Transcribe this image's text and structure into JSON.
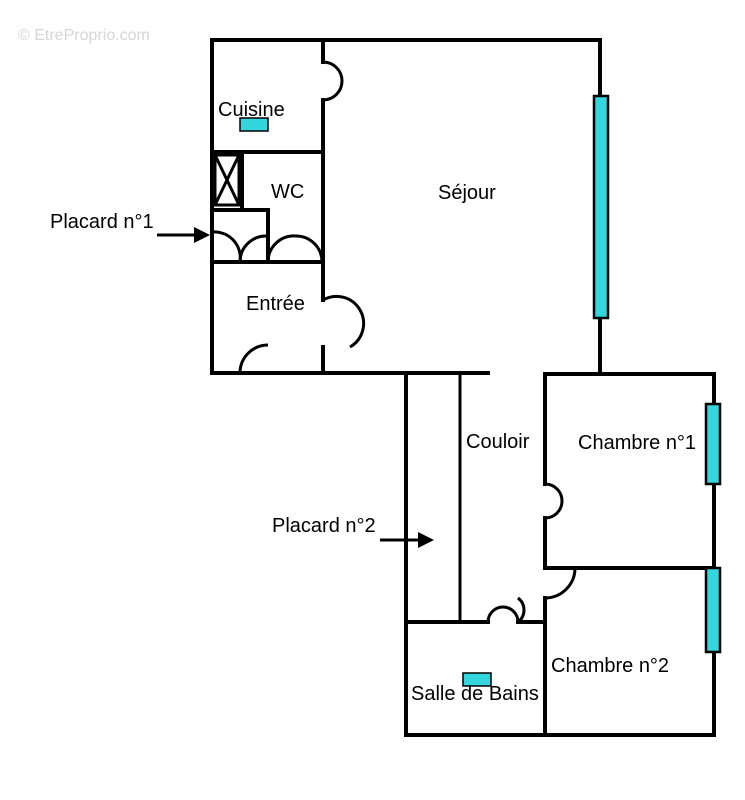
{
  "watermark": "© EtreProprio.com",
  "rooms": {
    "cuisine": "Cuisine",
    "wc": "WC",
    "sejour": "Séjour",
    "entree": "Entrée",
    "couloir": "Couloir",
    "chambre1": "Chambre n°1",
    "chambre2": "Chambre n°2",
    "salle_de_bains": "Salle de Bains"
  },
  "callouts": {
    "placard1": "Placard n°1",
    "placard2": "Placard n°2"
  },
  "colors": {
    "walls": "#000000",
    "windows": "#33d6dd",
    "background": "#ffffff"
  }
}
